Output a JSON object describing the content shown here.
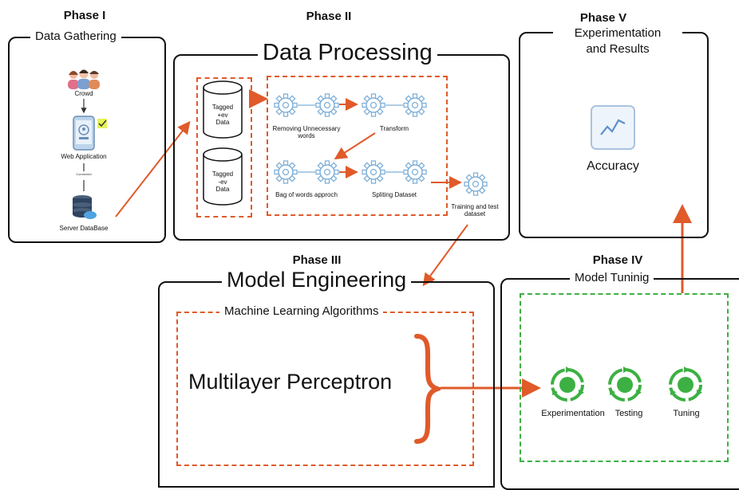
{
  "colors": {
    "accent": "#e05a2a",
    "green": "#3cb043",
    "gear": "#7fb0d8",
    "frame": "#111111"
  },
  "phase1": {
    "phase": "Phase I",
    "title": "Data Gathering",
    "crowd": "Crowd",
    "web_app": "Web Application",
    "connector": "Connected",
    "server_db": "Server DataBase"
  },
  "phase2": {
    "phase": "Phase II",
    "title": "Data Processing",
    "cyl_pos": [
      "Tagged",
      "+ev",
      "Data"
    ],
    "cyl_neg": [
      "Tagged",
      "-ev",
      "Data"
    ],
    "step_remove": "Removing Unnecessary words",
    "step_transform": "Transform",
    "step_bow": "Bag of words approch",
    "step_split": "Spliting Dataset",
    "step_train_test": "Training and test dataset"
  },
  "phase3": {
    "phase": "Phase III",
    "title": "Model Engineering",
    "subtitle": "Machine Learning Algorithms",
    "model": "Multilayer Perceptron"
  },
  "phase4": {
    "phase": "Phase IV",
    "title": "Model Tuninig",
    "items": [
      "Experimentation",
      "Testing",
      "Tuning"
    ]
  },
  "phase5": {
    "phase": "Phase V",
    "title_line1": "Experimentation",
    "title_line2": "and Results",
    "accuracy": "Accuracy"
  }
}
